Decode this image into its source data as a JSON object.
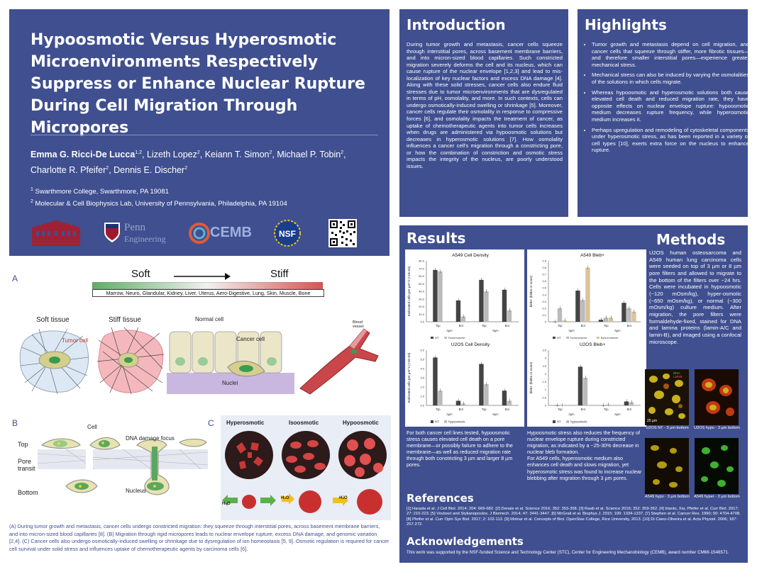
{
  "poster": {
    "title": "Hypoosmotic Versus Hyperosmotic Microenvironments Respectively Suppress or Enhance Nuclear Rupture During Cell Migration Through Micropores",
    "authors_line1_a": "Emma G. Ricci-De Lucca",
    "authors_line1_a_sup": "1,2",
    "authors_line1_b": ", Lizeth Lopez",
    "authors_line1_b_sup": "2",
    "authors_line1_c": ", Keiann T. Simon",
    "authors_line1_c_sup": "2",
    "authors_line1_d": ", Michael P. Tobin",
    "authors_line1_d_sup": "2",
    "authors_line2_a": "Charlotte R. Pfeifer",
    "authors_line2_a_sup": "2",
    "authors_line2_b": ", Dennis E. Discher",
    "authors_line2_b_sup": "2",
    "affiliation1_sup": "1",
    "affiliation1": " Swarthmore College, Swarthmore, PA 19081",
    "affiliation2_sup": "2",
    "affiliation2": " Molecular & Cell Biophysics Lab, University of Pennsylvania, Philadelphia, PA 19104",
    "logo_penn_line1": "Penn",
    "logo_penn_line2": "Engineering",
    "logo_cemb": "CEMB",
    "logo_nsf": "NSF"
  },
  "introduction": {
    "heading": "Introduction",
    "body": "During tumor growth and metastasis, cancer cells squeeze through interstitial pores, across basement membrane barriers, and into micron-sized blood capillaries. Such constricted migration severely deforms the cell and its nucleus, which can cause rupture of the nuclear envelope [1,2,3] and lead to mis-localization of key nuclear factors and excess DNA damage [4]. Along with these solid stresses, cancer cells also endure fluid stresses due to tumor microenvironments that are dysregulated in terms of pH, osmolality, and more. In such contexts, cells can undergo osmotically-induced swelling or shrinkage [5]. Moreover, cancer cells regulate their osmolality in response to compressive forces [6], and osmolality impacts the treatment of cancer, as uptake of chemotherapeutic agents into tumor cells increases when drugs are administered via hypoosmotic solutions but decreases in hyperosmotic solutions [7]. How osmolality influences a cancer cell's migration through a constricting pore, or how the combination of constriction and osmotic stress impacts the integrity of the nucleus, are poorly understood issues."
  },
  "highlights": {
    "heading": "Highlights",
    "items": [
      "Tumor growth and metastasis depend on cell migration, and cancer cells that squeeze through stiffer, more fibrotic tissues—and therefore smaller interstitial pores—experience greater mechanical stress.",
      "Mechanical stress can also be induced by varying the osmolalities of the solutions in which cells migrate.",
      "Whereas hypoosmotic and hyperosmotic solutions both cause elevated cell death and reduced migration rate, they have opposite effects on nuclear envelope rupture: hypoosmotic medium decreases rupture frequency, while hyperosmotic medium increases it.",
      "Perhaps upregulation and remodeling of cytoskeletal components under hyperosmotic stress, as has been reported in a variety of cell types [10], exerts extra force on the nucleus to enhance rupture."
    ]
  },
  "results": {
    "heading": "Results",
    "text_left": "For both cancer cell lines tested, hypoosmotic stress causes elevated cell death on a pore membrane—or possibly failure to adhere to the membrane—as well as reduced migration rate through both constricting 3 µm and larger 8 µm pores.",
    "text_right": "Hypoosmotic stress also reduces the frequency of nuclear envelope rupture during constricted migration, as indicated by a ~25-30% decrease in nuclear bleb formation.\nFor A549 cells, hyperosmotic medium also enhances cell death and slows migration, yet hyperosmotic stress was found to increase nuclear blebbing after migration through 3 µm pores."
  },
  "methods": {
    "heading": "Methods",
    "body": "U2OS human osteosarcoma and A549 human lung carcinoma cells were seeded on top of 3 µm or 8 µm pore filters and allowed to migrate to the bottom of the filters over ~24 hrs. Cells were incubated in hypoosmotic (~120 mOsm/kg), hyper-osmotic (~650 mOsm/kg), or normal (~300 mOsm/kg) culture medium. After migration, the pore filters were formaldehyde-fixed, stained for DNA and lamina proteins (lamin-A/C and lamin-B), and imaged using a confocal microscope.",
    "images": [
      {
        "caption": "U2OS NT - 3 µm bottom",
        "scale": "25 µm",
        "legend1": "DNA",
        "legend2": "LMNB"
      },
      {
        "caption": "U2OS hypo - 3 µm bottom"
      },
      {
        "caption": "A549 hypo - 3 µm bottom"
      },
      {
        "caption": "A549 hyper - 3 µm bottom"
      }
    ]
  },
  "references": {
    "heading": "References",
    "body": "[1] Harada et al. J Cell Biol. 2014; 204: 669-682. [2] Denais et al. Science 2016; 352: 353-358. [3] Raab et al. Science 2016; 352: 359-362. [4] Irianto, Xia, Pfeifer et al. Curr Biol. 2017; 27: 210-223. [5] Voutouri and Stylianopoulos. J Biomech. 2014; 47: 3441-3447. [6] McGrail et al. Biophys J. 2015; 109: 1334-1337. [7] Stephen et al. Cancer Res. 1990; 50: 4704-4708. [8] Pfeifer et al. Curr Opin Sys Biol. 2017; 2: 102-113. [9] Molnar et al. Concepts of Biol. OpenStax College, Rice University, 2013. [10] Di Ciano-Oliveira et al. Acta Physiol. 2006; 187: 257-272."
  },
  "acknowledgements": {
    "heading": "Acknowledgements",
    "body": "This work was supported by the NSF-funded Science and Technology Center (STC), Center for Engineering Mechanobiology (CEMB), award number CMMI-1548571."
  },
  "figure": {
    "panel_a_label": "A",
    "panel_b_label": "B",
    "panel_c_label": "C",
    "soft": "Soft",
    "stiff": "Stiff",
    "tissue_scale": "Marrow, Neuro, Glandular, Kidney, Liver, Uterus, Aero-Digestive, Lung, Skin, Muscle, Bone",
    "soft_tissue": "Soft tissue",
    "stiff_tissue": "Stiff tissue",
    "tumor_cell": "Tumor cell",
    "normal_cell": "Normal cell",
    "cancer_cell": "Cancer cell",
    "nuclei": "Nuclei",
    "blood_vessel": "Blood vessel",
    "b_cell": "Cell",
    "b_dna": "DNA damage focus",
    "b_top": "Top",
    "b_pore": "Pore transit",
    "b_bottom": "Bottom",
    "b_nucleus": "Nucleus",
    "c_hyper": "Hyperosmotic",
    "c_iso": "Isoosmotic",
    "c_hypo": "Hypoosmotic",
    "h2o": "H₂O",
    "caption": "(A) During tumor growth and metastasis, cancer cells undergo constricted migration: they squeeze through interstitial pores, across basement membrane barriers, and into micron-sized blood capillaries [8]. (B) Migration through rigid micropores leads to nuclear envelope rupture, excess DNA damage, and genomic variation [2,4]. (C) Cancer cells also undergo osmotically-induced swelling or shrinkage due to dysregulation of ion homeostasis [5, 9]. Osmotic regulation is required for cancer cell survival under solid stress and influences uptake of chemotherapeutic agents by carcinoma cells [6]."
  },
  "chart_data": [
    {
      "type": "bar",
      "title": "A549 Cell Density",
      "ylabel": "Estimated cells per µm^2 (×1E-03)",
      "categories": [
        "Top 3µm",
        "Bot 3µm",
        "Top 8µm",
        "Bot 8µm"
      ],
      "ylim": [
        0,
        80
      ],
      "yticks": [
        "0.0",
        "10.0",
        "20.0",
        "30.0",
        "40.0",
        "50.0",
        "60.0",
        "70.0",
        "80.0"
      ],
      "series": [
        {
          "name": "NT",
          "color": "#444444",
          "values": [
            68,
            28,
            55,
            42
          ]
        },
        {
          "name": "hypoosmotic",
          "color": "#bbbbbb",
          "values": [
            66,
            7,
            40,
            15
          ]
        }
      ]
    },
    {
      "type": "bar",
      "title": "A549 Bleb+",
      "ylabel": "bleb+ (blebs or scars)",
      "categories": [
        "Top 3µm",
        "Bot 3µm",
        "Top 8µm",
        "Bot 8µm"
      ],
      "ylim": [
        0,
        0.9
      ],
      "yticks": [
        "0",
        "0.1",
        "0.2",
        "0.3",
        "0.4",
        "0.5",
        "0.6",
        "0.7",
        "0.8",
        "0.9"
      ],
      "series": [
        {
          "name": "NT",
          "color": "#444444",
          "values": [
            0.0,
            0.46,
            0.03,
            0.28
          ]
        },
        {
          "name": "hypoosmotic",
          "color": "#bbbbbb",
          "values": [
            0.2,
            0.32,
            0.06,
            0.2
          ]
        },
        {
          "name": "hyperosmotic",
          "color": "#d8c49a",
          "values": [
            0.02,
            0.8,
            0.06,
            0.15
          ]
        }
      ]
    },
    {
      "type": "bar",
      "title": "U2OS Cell Density",
      "ylabel": "Estimated cells per µm^2 (×1E-03)",
      "categories": [
        "Top 3µm",
        "Bot 3µm",
        "Top 8µm",
        "Bot 8µm"
      ],
      "ylim": [
        0,
        6
      ],
      "yticks": [
        "0.0",
        "1.0",
        "2.0",
        "3.0",
        "4.0",
        "5.0",
        "6.0"
      ],
      "series": [
        {
          "name": "NT",
          "color": "#444444",
          "values": [
            5.2,
            0.5,
            4.5,
            1.6
          ]
        },
        {
          "name": "hypoosmotic",
          "color": "#bbbbbb",
          "values": [
            1.6,
            0.2,
            2.3,
            0.5
          ]
        }
      ]
    },
    {
      "type": "bar",
      "title": "U2OS Bleb+",
      "ylabel": "bleb+ (blebs or scars)",
      "categories": [
        "Top 3µm",
        "Bot 3µm",
        "Top 8µm",
        "Bot 8µm"
      ],
      "ylim": [
        0,
        3.5
      ],
      "yticks": [
        "0",
        "0.5",
        "1",
        "1.5",
        "2",
        "2.5",
        "3",
        "3.5"
      ],
      "series": [
        {
          "name": "NT",
          "color": "#444444",
          "values": [
            0.0,
            2.45,
            0.0,
            0.25
          ]
        },
        {
          "name": "hypoosmotic",
          "color": "#bbbbbb",
          "values": [
            0.0,
            1.75,
            0.05,
            0.2
          ]
        }
      ]
    }
  ]
}
